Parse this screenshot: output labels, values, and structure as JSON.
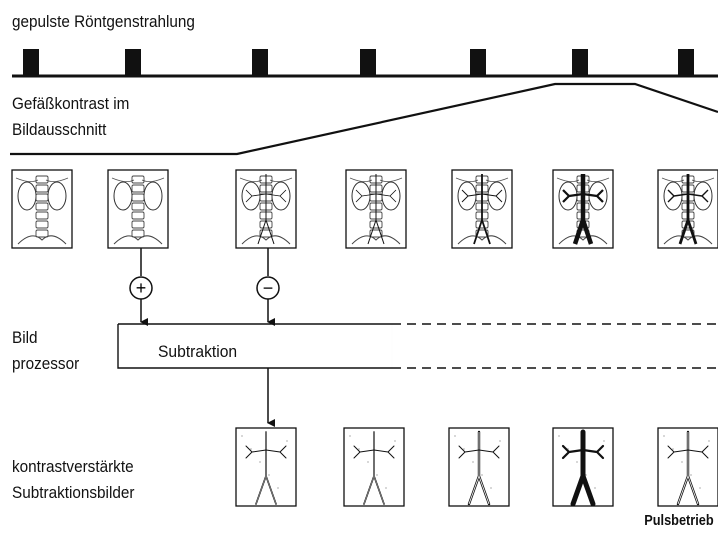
{
  "labels": {
    "xray": "gepulste Röntgenstrahlung",
    "contrast_line1": "Gefäßkontrast im",
    "contrast_line2": "Bildausschnitt",
    "processor_line1": "Bild",
    "processor_line2": "prozessor",
    "subtraction": "Subtraktion",
    "result_line1": "kontrastverstärkte",
    "result_line2": "Subtraktionsbilder",
    "mode": "Pulsbetrieb"
  },
  "operators": {
    "plus": "+",
    "minus": "−"
  },
  "legend": {
    "pulse_color": "#111111",
    "line_color": "#111111"
  }
}
